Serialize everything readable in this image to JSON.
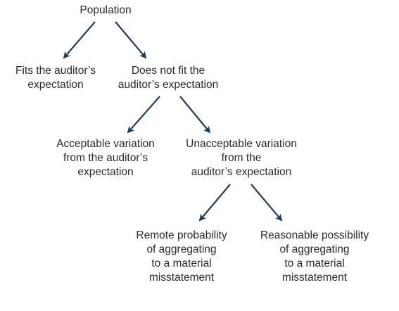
{
  "diagram": {
    "root": {
      "lines": [
        "Population"
      ]
    },
    "level1": {
      "left": {
        "lines": [
          "Fits the auditor’s",
          "expectation"
        ]
      },
      "right": {
        "lines": [
          "Does not fit the",
          "auditor’s expectation"
        ]
      }
    },
    "level2": {
      "left": {
        "lines": [
          "Acceptable variation",
          "from the auditor’s",
          "expectation"
        ]
      },
      "right": {
        "lines": [
          "Unacceptable variation",
          "from the",
          "auditor’s expectation"
        ]
      }
    },
    "level3": {
      "left": {
        "lines": [
          "Remote probability",
          "of aggregating",
          "to a material",
          "misstatement"
        ]
      },
      "right": {
        "lines": [
          "Reasonable possibility",
          "of aggregating",
          "to a material",
          "misstatement"
        ]
      }
    },
    "colors": {
      "arrow": "#1f3f5e",
      "text": "#2a2a2a"
    }
  }
}
